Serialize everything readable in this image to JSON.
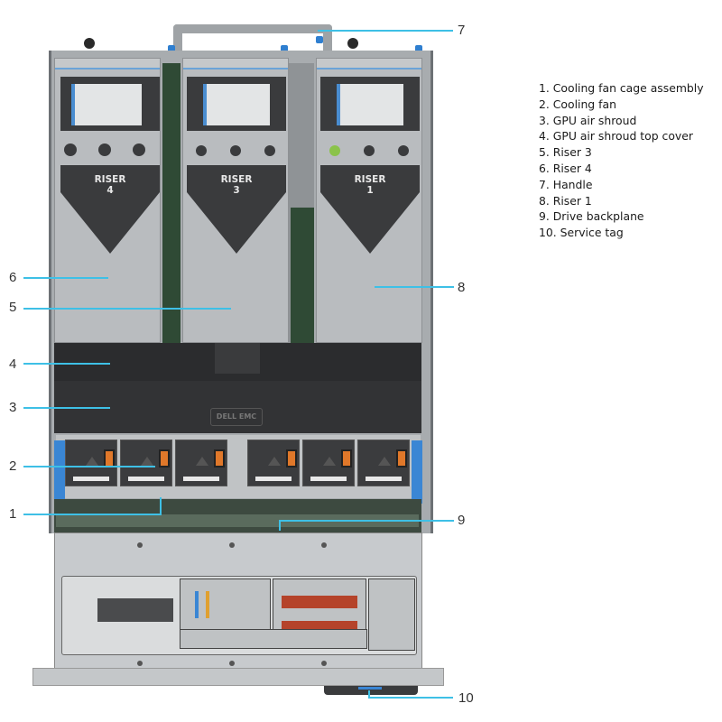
{
  "figure": {
    "subject": "Server chassis top view with callouts",
    "riser_labels": [
      {
        "id": "riser-4",
        "line1": "RISER",
        "line2": "4"
      },
      {
        "id": "riser-3",
        "line1": "RISER",
        "line2": "3"
      },
      {
        "id": "riser-1",
        "line1": "RISER",
        "line2": "1"
      }
    ],
    "shroud_logo": "DELL EMC"
  },
  "callouts": [
    {
      "num": "1",
      "label": "Cooling fan cage assembly"
    },
    {
      "num": "2",
      "label": "Cooling fan"
    },
    {
      "num": "3",
      "label": "GPU air shroud"
    },
    {
      "num": "4",
      "label": "GPU air shroud top cover"
    },
    {
      "num": "5",
      "label": "Riser 3"
    },
    {
      "num": "6",
      "label": "Riser 4"
    },
    {
      "num": "7",
      "label": "Handle"
    },
    {
      "num": "8",
      "label": "Riser 1"
    },
    {
      "num": "9",
      "label": "Drive backplane"
    },
    {
      "num": "10",
      "label": "Service tag"
    }
  ],
  "legend": [
    "1. Cooling fan cage assembly",
    "2. Cooling fan",
    "3. GPU air shroud",
    "4. GPU air shroud top cover",
    "5. Riser 3",
    "6. Riser 4",
    "7. Handle",
    "8. Riser 1",
    "9. Drive backplane",
    "10. Service tag"
  ],
  "colors": {
    "callout_line": "#3ec0e6",
    "chassis_metal": "#b9bcbf",
    "shroud_black": "#2b2c2e",
    "accent_blue": "#3a86d4",
    "fan_latch_orange": "#e0782a"
  }
}
